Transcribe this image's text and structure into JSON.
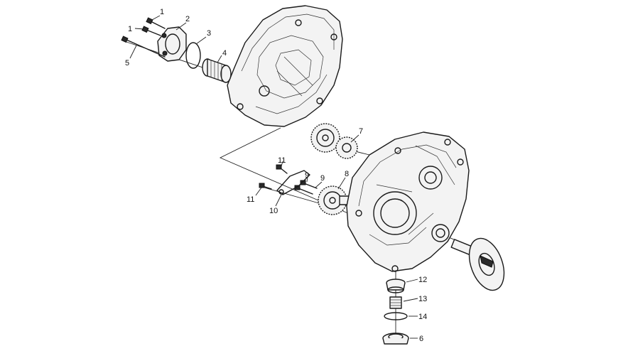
{
  "callouts": [
    {
      "id": "c1a",
      "label": "1"
    },
    {
      "id": "c1b",
      "label": "1"
    },
    {
      "id": "c2",
      "label": "2"
    },
    {
      "id": "c3",
      "label": "3"
    },
    {
      "id": "c4",
      "label": "4"
    },
    {
      "id": "c5",
      "label": "5"
    },
    {
      "id": "c7",
      "label": "7"
    },
    {
      "id": "c8",
      "label": "8"
    },
    {
      "id": "c9a",
      "label": "9"
    },
    {
      "id": "c9b",
      "label": "9"
    },
    {
      "id": "c10",
      "label": "10"
    },
    {
      "id": "c11a",
      "label": "11"
    },
    {
      "id": "c11b",
      "label": "11"
    },
    {
      "id": "c12",
      "label": "12"
    },
    {
      "id": "c13",
      "label": "13"
    },
    {
      "id": "c14",
      "label": "14"
    },
    {
      "id": "c6",
      "label": "6"
    }
  ]
}
